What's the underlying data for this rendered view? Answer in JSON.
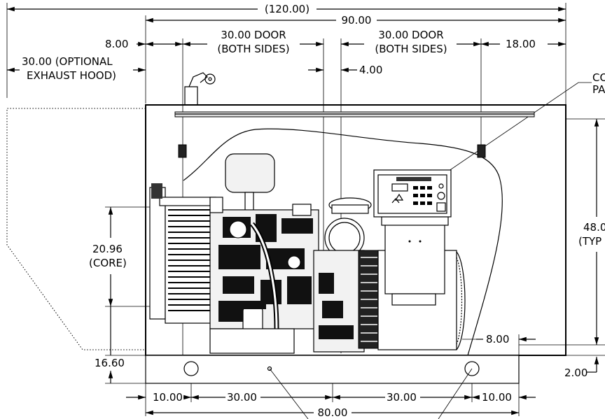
{
  "dimensions": {
    "overall_with_hood": "(120.00)",
    "overall": "90.00",
    "left_margin": "8.00",
    "door_left_line1": "30.00 DOOR",
    "door_left_line2": "(BOTH SIDES)",
    "door_right_line1": "30.00 DOOR",
    "door_right_line2": "(BOTH SIDES)",
    "right_margin": "18.00",
    "hood_line1": "30.00 (OPTIONAL",
    "hood_line2": "EXHAUST HOOD)",
    "door_gap": "4.00",
    "core_value": "20.96",
    "core_label": "(CORE)",
    "base_height": "16.60",
    "height_value": "48.0",
    "height_label": "(TYP",
    "control_line1": "CO",
    "control_line2": "PA",
    "inner_offset": "8.00",
    "base_offset": "2.00",
    "bottom_left": "10.00",
    "bottom_mid_left": "30.00",
    "bottom_mid_right": "30.00",
    "bottom_right": "10.00",
    "base_length": "80.00"
  }
}
